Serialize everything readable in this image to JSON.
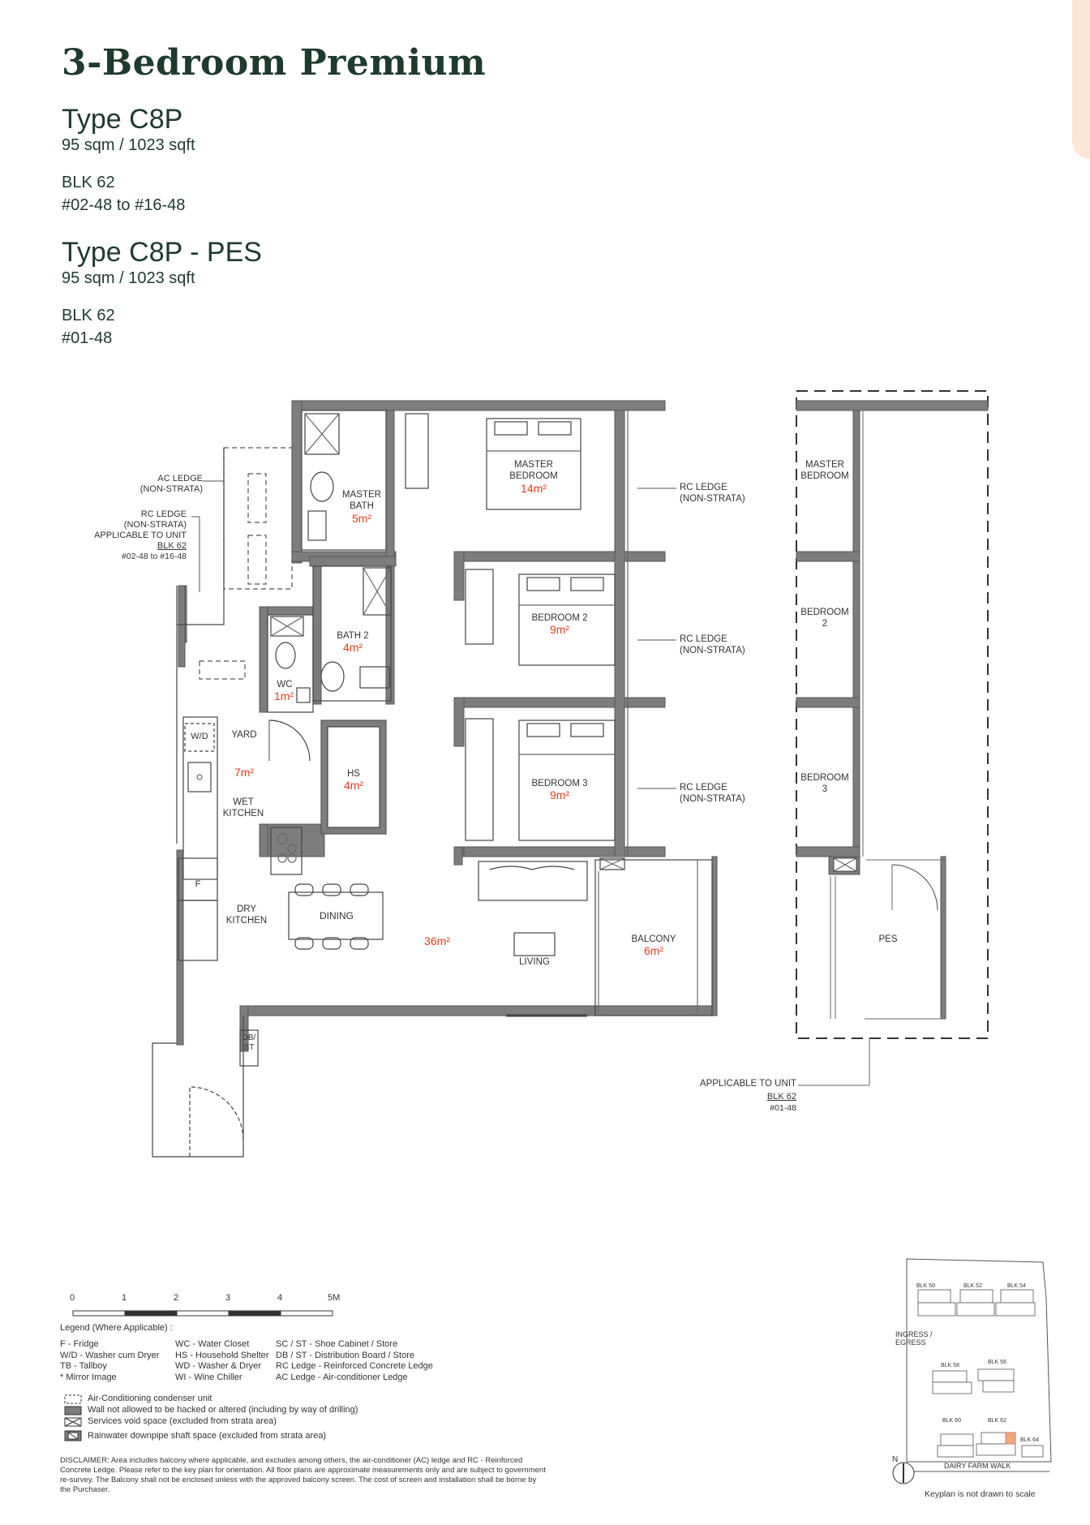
{
  "heading": "3-Bedroom Premium",
  "unit_types": [
    {
      "title": "Type C8P",
      "size": "95 sqm / 1023 sqft",
      "block": "BLK 62",
      "units": "#02-48 to #16-48"
    },
    {
      "title": "Type C8P - PES",
      "size": "95 sqm / 1023 sqft",
      "block": "BLK 62",
      "units": "#01-48"
    }
  ],
  "rooms": {
    "master_bedroom": {
      "label": "MASTER\nBEDROOM",
      "area": "14m²"
    },
    "master_bath": {
      "label": "MASTER\nBATH",
      "area": "5m²"
    },
    "bedroom2": {
      "label": "BEDROOM 2",
      "area": "9m²"
    },
    "bath2": {
      "label": "BATH 2",
      "area": "4m²"
    },
    "wc": {
      "label": "WC",
      "area": "1m²"
    },
    "bedroom3": {
      "label": "BEDROOM 3",
      "area": "9m²"
    },
    "yard": {
      "label": "YARD",
      "area": "7m²"
    },
    "wet_kitchen": {
      "label": "WET\nKITCHEN"
    },
    "hs": {
      "label": "HS",
      "area": "4m²"
    },
    "wd": {
      "label": "W/D"
    },
    "fridge": {
      "label": "F"
    },
    "dry_kitchen": {
      "label": "DRY\nKITCHEN"
    },
    "dining": {
      "label": "DINING"
    },
    "living": {
      "label": "LIVING",
      "area": "36m²"
    },
    "balcony": {
      "label": "BALCONY",
      "area": "6m²"
    },
    "dbst": {
      "label": "DB/\nST"
    }
  },
  "callouts": {
    "ac_ledge": "AC LEDGE\n(NON-STRATA)",
    "rc_ledge_left": "RC LEDGE\n(NON-STRATA)\nAPPLICABLE TO UNIT",
    "rc_ledge_left_blk": "BLK 62",
    "rc_ledge_left_units": "#02-48 to #16-48",
    "rc_ledge_1": "RC LEDGE\n(NON-STRATA)",
    "rc_ledge_2": "RC LEDGE\n(NON-STRATA)",
    "rc_ledge_3": "RC LEDGE\n(NON-STRATA)"
  },
  "pes_plan": {
    "master_bedroom": "MASTER\nBEDROOM",
    "bedroom2": "BEDROOM\n2",
    "bedroom3": "BEDROOM\n3",
    "pes": "PES",
    "applicable": "APPLICABLE TO UNIT",
    "blk": "BLK 62",
    "unit": "#01-48"
  },
  "scale_bar": {
    "ticks": [
      "0",
      "1",
      "2",
      "3",
      "4",
      "5M"
    ]
  },
  "legend": {
    "title": "Legend (Where Applicable) :",
    "col1": [
      "F - Fridge",
      "W/D - Washer cum Dryer",
      "TB - Tallboy",
      "* Mirror Image"
    ],
    "col2": [
      "WC - Water Closet",
      "HS - Household Shelter",
      "WD - Washer & Dryer",
      "WI - Wine Chiller"
    ],
    "col3": [
      "SC / ST - Shoe Cabinet / Store",
      "DB / ST - Distribution Board / Store",
      "RC Ledge - Reinforced Concrete Ledge",
      "AC Ledge - Air-conditioner Ledge"
    ],
    "symbols": [
      "Air-Conditioning condenser unit",
      "Wall not allowed to be hacked or altered (including by way of drilling)",
      "Services void space (excluded from strata area)",
      "Rainwater downpipe shaft space (excluded from strata area)"
    ]
  },
  "disclaimer": "DISCLAIMER: Area includes balcony where applicable, and excludes among others, the air-conditioner (AC) ledge and RC - Reinforced Concrete Ledge. Please refer to the key plan for orientation. All floor plans are approximate measurements only and are subject to government re-survey. The Balcony shall not be enclosed unless with the approved balcony screen. The cost of screen and installation shall be borne by the Purchaser.",
  "keyplan": {
    "blocks": [
      "BLK 50",
      "BLK 52",
      "BLK 54",
      "BLK 56",
      "BLK 58",
      "BLK 60",
      "BLK 62",
      "BLK 64"
    ],
    "ingress": "INGRESS /\nEGRESS",
    "road": "DAIRY FARM WALK",
    "north": "N",
    "note": "Keyplan is not drawn to scale"
  },
  "colors": {
    "wall": "#7d7d7d",
    "area": "#e0401d",
    "heading": "#1f3a2e",
    "highlight": "#f2a97a"
  }
}
